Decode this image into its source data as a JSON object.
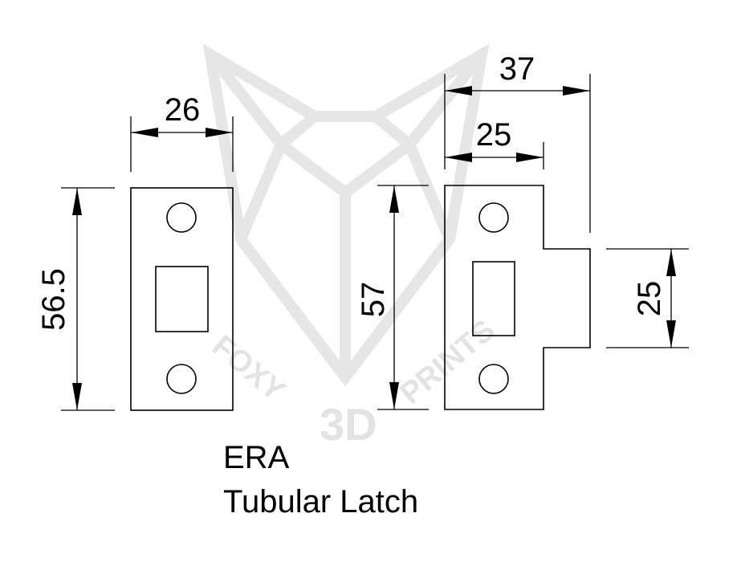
{
  "watermark": {
    "brand_top": "FOXY",
    "brand_mid": "3D",
    "brand_bottom": "PRINTS"
  },
  "dimensions": {
    "left_width": "26",
    "left_height": "56.5",
    "right_total_width": "37",
    "right_plate_width": "25",
    "right_height": "57",
    "tongue_height": "25"
  },
  "caption": {
    "line1": "ERA",
    "line2": "Tubular Latch"
  }
}
